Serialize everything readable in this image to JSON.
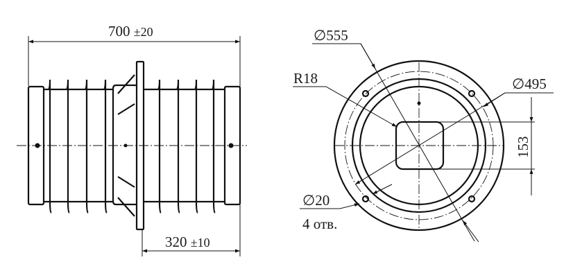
{
  "side_view": {
    "overall_length": "700",
    "overall_tolerance": "±20",
    "flange_offset": "320",
    "flange_tolerance": "±10"
  },
  "front_view": {
    "outer_diameter": "555",
    "bolt_circle_diameter": "495",
    "corner_radius": "R18",
    "opening_height": "153",
    "hole_diameter": "20",
    "hole_count_note": "4 отв."
  },
  "symbols": {
    "diameter": "∅"
  }
}
